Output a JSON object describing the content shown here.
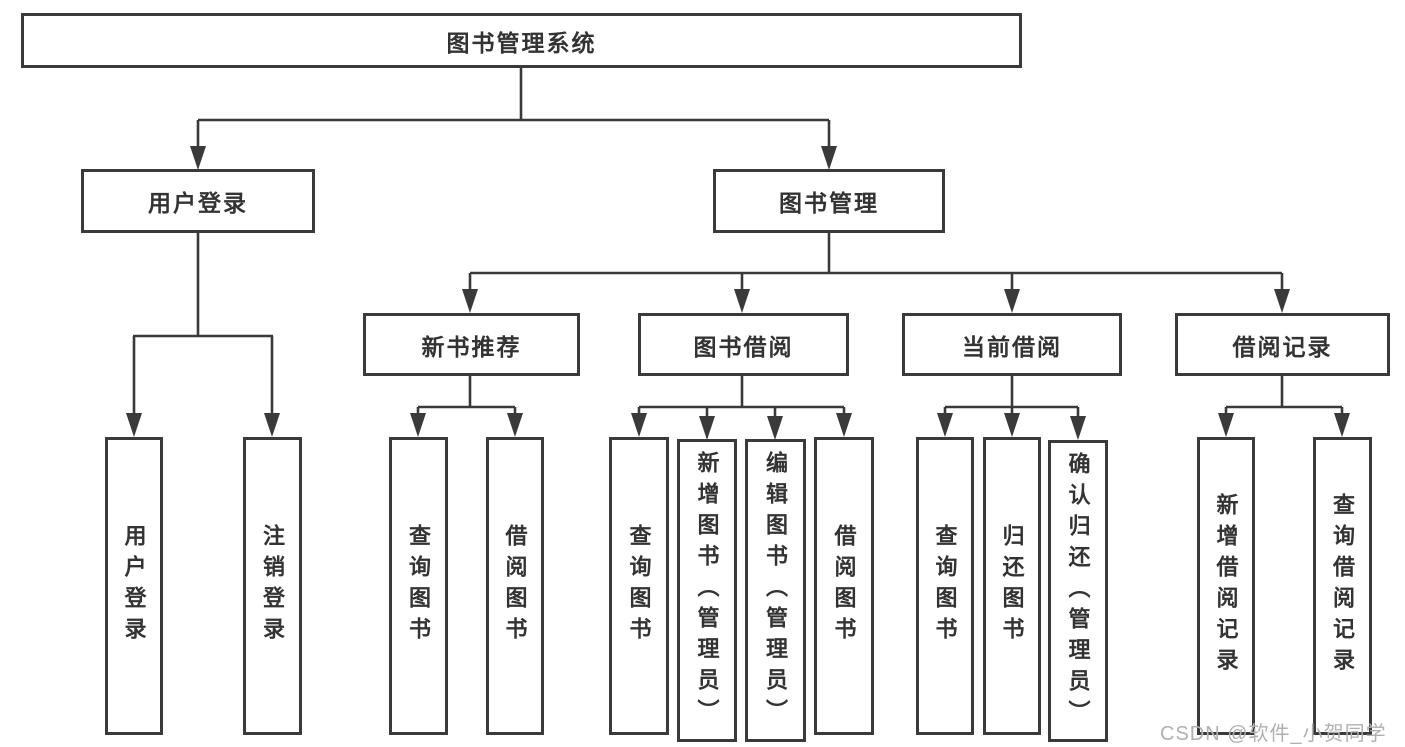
{
  "colors": {
    "line": "#3a3a3a",
    "text": "#333333",
    "watermark": "#b0b0b0",
    "background": "#ffffff"
  },
  "nodes": {
    "root": "图书管理系统",
    "user_login": "用户登录",
    "book_mgmt": "图书管理",
    "new_book_rec": "新书推荐",
    "book_borrow": "图书借阅",
    "current_borrow": "当前借阅",
    "borrow_record": "借阅记录",
    "leaf_user_login": "用户登录",
    "leaf_logout": "注销登录",
    "leaf_nb_query": "查询图书",
    "leaf_nb_borrow": "借阅图书",
    "leaf_bb_query": "查询图书",
    "leaf_bb_add": "新增图书（管理员）",
    "leaf_bb_edit": "编辑图书（管理员）",
    "leaf_bb_borrow": "借阅图书",
    "leaf_cb_query": "查询图书",
    "leaf_cb_return": "归还图书",
    "leaf_cb_confirm": "确认归还（管理员）",
    "leaf_br_add": "新增借阅记录",
    "leaf_br_query": "查询借阅记录"
  },
  "watermark": {
    "text": "CSDN @软件_小贺同学"
  }
}
